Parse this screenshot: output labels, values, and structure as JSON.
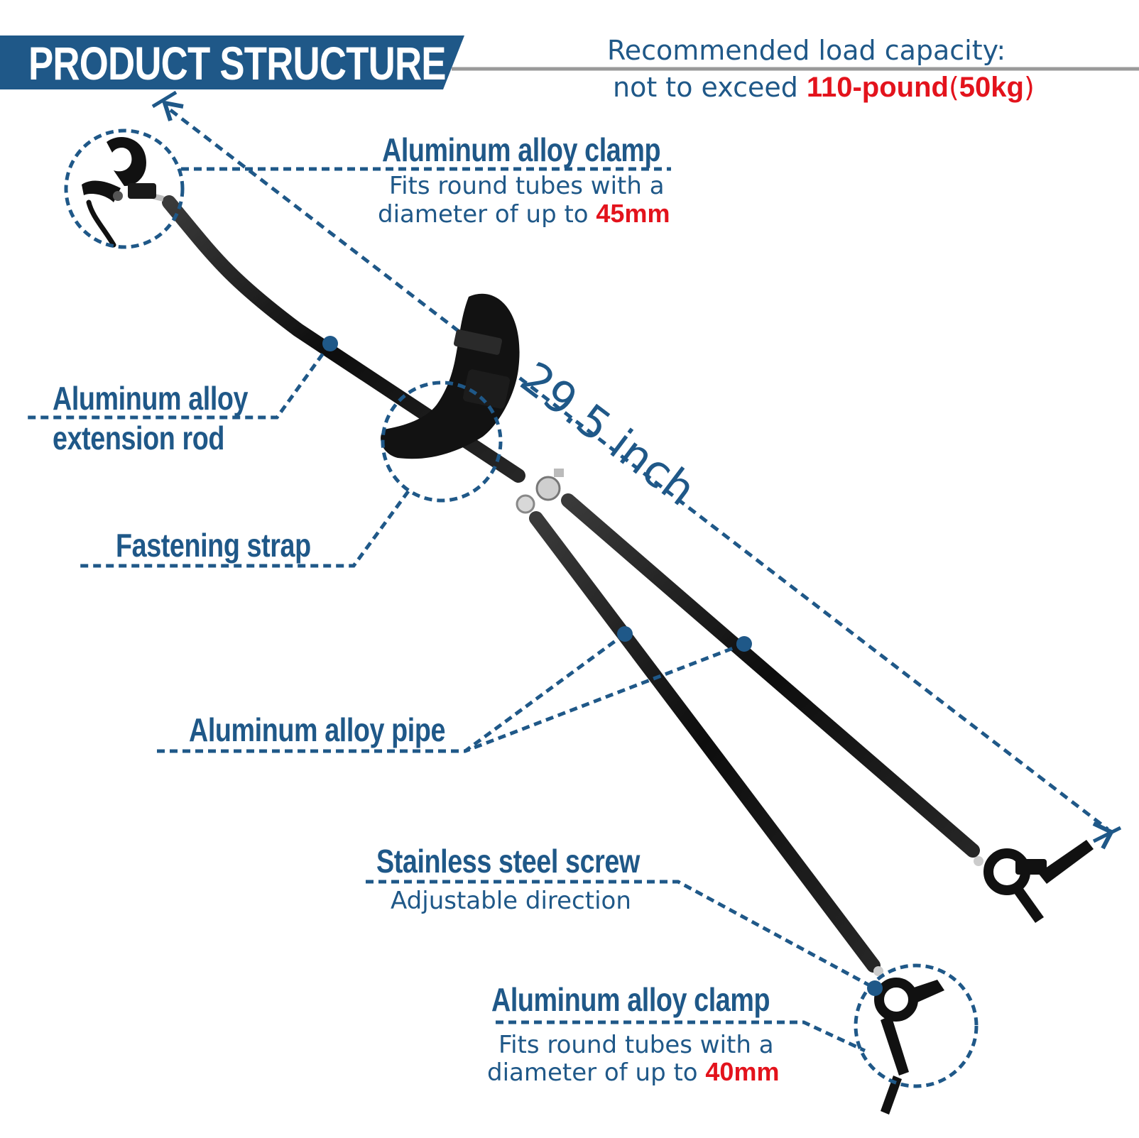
{
  "header": {
    "title": "PRODUCT STRUCTURE",
    "load_line1": "Recommended load capacity:",
    "load_line2_prefix": "not to exceed ",
    "load_value": "110-pound",
    "load_metric_open": "(",
    "load_metric": "50kg",
    "load_metric_close": ")"
  },
  "labels": {
    "top_clamp": {
      "title": "Aluminum alloy clamp",
      "line1": "Fits round tubes with a",
      "line2_prefix": "diameter of up to ",
      "size": "45mm"
    },
    "extension_rod": {
      "line1": "Aluminum alloy",
      "line2": "extension rod"
    },
    "strap": {
      "title": "Fastening strap"
    },
    "pipe": {
      "title": "Aluminum alloy pipe"
    },
    "screw": {
      "title": "Stainless steel screw",
      "subtitle": "Adjustable direction"
    },
    "bottom_clamp": {
      "title": "Aluminum alloy clamp",
      "line1": "Fits round tubes with a",
      "line2_prefix": "diameter of up to ",
      "size": "40mm"
    }
  },
  "dimension": {
    "length": "29.5 inch"
  },
  "colors": {
    "brand_blue": "#1f5888",
    "accent_red": "#e3131c",
    "gray_rule": "#9a9a9a",
    "product_black": "#151515"
  }
}
